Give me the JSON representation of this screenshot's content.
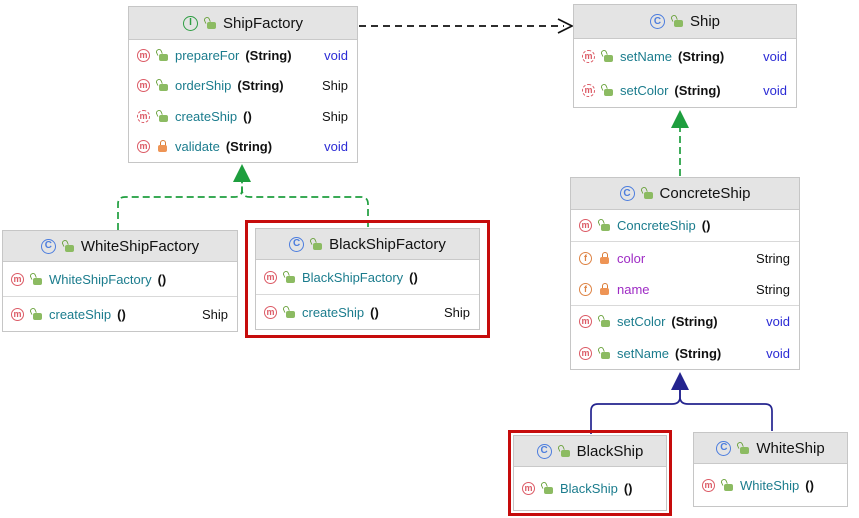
{
  "icons": {
    "method_letter": "m",
    "field_letter": "f",
    "class_letter": "C",
    "interface_letter": "I"
  },
  "colors": {
    "header_background": "#e4e4e4",
    "box_border": "#c6c6c6",
    "method_name": "#1b7c8d",
    "field_name": "#9e2bc4",
    "keyword_type": "#2b2bd5",
    "method_icon": "#dc5b66",
    "field_icon": "#de8344",
    "class_icon": "#4c7dde",
    "interface_icon": "#2f9e44",
    "public_lock": "#8cbb62",
    "restricted_lock": "#ee9455",
    "realization_edge": "#1e9e3e",
    "generalization_edge": "#24248f",
    "dependency_edge": "#111111",
    "selection_highlight": "#c60c0c"
  },
  "classes": {
    "ship_factory": {
      "title": "ShipFactory",
      "members": [
        {
          "name": "prepareFor",
          "params": "(String)",
          "type": "void"
        },
        {
          "name": "orderShip",
          "params": "(String)",
          "type": "Ship"
        },
        {
          "name": "createShip",
          "params": "()",
          "type": "Ship"
        },
        {
          "name": "validate",
          "params": "(String)",
          "type": "void"
        }
      ]
    },
    "ship": {
      "title": "Ship",
      "members": [
        {
          "name": "setName",
          "params": "(String)",
          "type": "void"
        },
        {
          "name": "setColor",
          "params": "(String)",
          "type": "void"
        }
      ]
    },
    "white_ship_factory": {
      "title": "WhiteShipFactory",
      "members": [
        {
          "name": "WhiteShipFactory",
          "params": "()",
          "type": ""
        },
        {
          "name": "createShip",
          "params": "()",
          "type": "Ship"
        }
      ]
    },
    "black_ship_factory": {
      "title": "BlackShipFactory",
      "members": [
        {
          "name": "BlackShipFactory",
          "params": "()",
          "type": ""
        },
        {
          "name": "createShip",
          "params": "()",
          "type": "Ship"
        }
      ]
    },
    "concrete_ship": {
      "title": "ConcreteShip",
      "members": [
        {
          "name": "ConcreteShip",
          "params": "()",
          "type": ""
        },
        {
          "name": "color",
          "params": "",
          "type": "String"
        },
        {
          "name": "name",
          "params": "",
          "type": "String"
        },
        {
          "name": "setColor",
          "params": "(String)",
          "type": "void"
        },
        {
          "name": "setName",
          "params": "(String)",
          "type": "void"
        }
      ]
    },
    "black_ship": {
      "title": "BlackShip",
      "members": [
        {
          "name": "BlackShip",
          "params": "()",
          "type": ""
        }
      ]
    },
    "white_ship": {
      "title": "WhiteShip",
      "members": [
        {
          "name": "WhiteShip",
          "params": "()",
          "type": ""
        }
      ]
    }
  },
  "edges": [
    {
      "from": "ShipFactory",
      "to": "Ship",
      "kind": "dependency",
      "style": "dashed-black-open-arrow"
    },
    {
      "from": "WhiteShipFactory",
      "to": "ShipFactory",
      "kind": "realization",
      "style": "dashed-green-solid-triangle"
    },
    {
      "from": "BlackShipFactory",
      "to": "ShipFactory",
      "kind": "realization",
      "style": "dashed-green-solid-triangle"
    },
    {
      "from": "ConcreteShip",
      "to": "Ship",
      "kind": "realization",
      "style": "dashed-green-solid-triangle"
    },
    {
      "from": "BlackShip",
      "to": "ConcreteShip",
      "kind": "generalization",
      "style": "solid-navy-solid-triangle"
    },
    {
      "from": "WhiteShip",
      "to": "ConcreteShip",
      "kind": "generalization",
      "style": "solid-navy-solid-triangle"
    }
  ]
}
